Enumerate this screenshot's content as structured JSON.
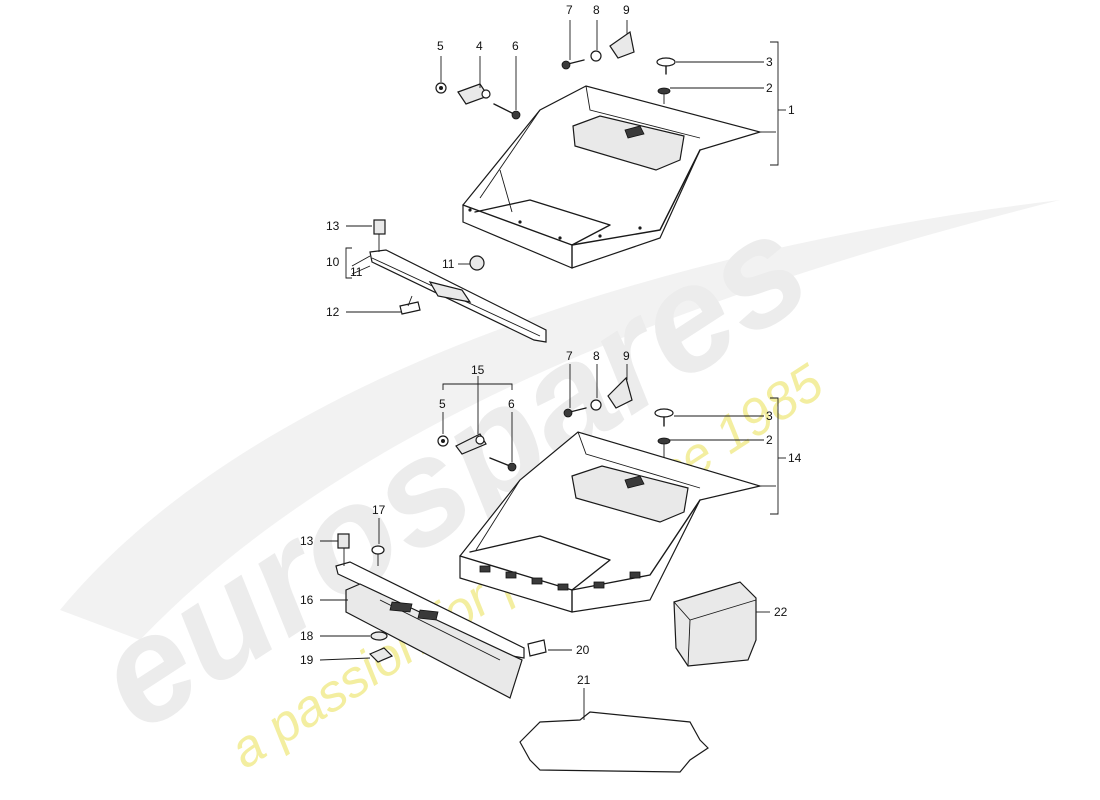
{
  "watermark": {
    "brand": "eurospares",
    "tagline": "a passion for parts since 1985",
    "colors": {
      "brand": "#ececec",
      "tagline": "#f3eea0"
    }
  },
  "callouts": {
    "top": {
      "c1": "1",
      "c2": "2",
      "c3": "3",
      "c4": "4",
      "c5": "5",
      "c6": "6",
      "c7": "7",
      "c8": "8",
      "c9": "9",
      "c10": "10",
      "c11": "11",
      "c12": "12",
      "c13": "13"
    },
    "bottom": {
      "c15": "15",
      "c5": "5",
      "c6": "6",
      "c7": "7",
      "c8": "8",
      "c9": "9",
      "c3": "3",
      "c2": "2",
      "c14": "14",
      "c13": "13",
      "c17": "17",
      "c16": "16",
      "c18": "18",
      "c19": "19",
      "c20": "20",
      "c21": "21",
      "c22": "22"
    }
  }
}
